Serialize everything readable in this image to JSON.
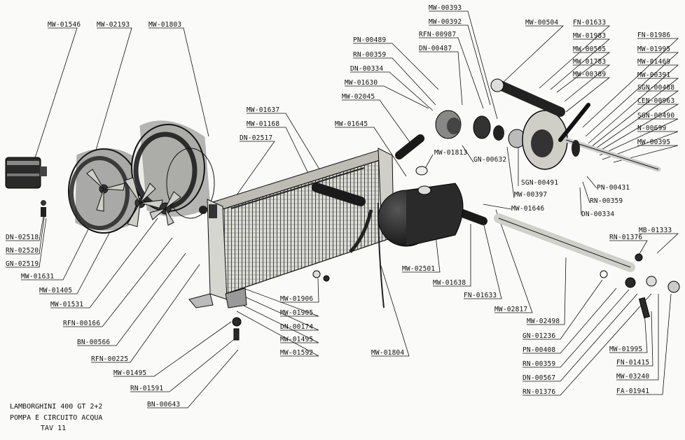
{
  "title": {
    "line1": "LAMBORGHINI 400 GT 2+2",
    "line2": "POMPA E CIRCUITO ACQUA",
    "line3": "TAV 11"
  },
  "labels": {
    "mw_01546": "MW-01546",
    "mw_02193": "MW-02193",
    "mw_01803": "MW-01803",
    "dn_02518": "DN-02518",
    "rn_02520": "RN-02520",
    "gn_02519": "GN-02519",
    "mw_01631": "MW-01631",
    "mw_01405": "MW-01405",
    "mw_01531": "MW-01531",
    "rfn_00166": "RFN-00166",
    "bn_00566": "BN-00566",
    "rfn_00225": "RFN-00225",
    "mw_01495_a": "MW-01495",
    "rn_01591": "RN-01591",
    "bn_00643": "BN-00643",
    "mw_01637": "MW-01637",
    "mw_01168": "MW-01168",
    "dn_02517": "DN-02517",
    "mw_01645": "MW-01645",
    "mw_02045": "MW-02045",
    "mw_01630": "MW-01630",
    "dn_00334_a": "DN-00334",
    "rn_00359_a": "RN-00359",
    "pn_00489": "PN-00489",
    "dn_00487": "DN-00487",
    "rfn_00987": "RFN-00987",
    "mw_00392": "MW-00392",
    "mw_00393": "MW-00393",
    "mw_01813": "MW-01813",
    "gn_00632": "GN-00632",
    "sgn_00491": "SGN-00491",
    "mw_00397": "MW-00397",
    "mw_01646": "MW-01646",
    "mw_00504": "MW-00504",
    "fn_01633_a": "FN-01633",
    "mw_01983": "MW-01983",
    "mw_00505": "MW-00505",
    "mw_01783": "MW-01783",
    "mw_00389": "MW-00389",
    "fn_01986": "FN-01986",
    "mw_01995_a": "MW-01995",
    "mw_01469": "MW-01469",
    "mw_00391": "MW-00391",
    "sgn_00488": "SGN-00488",
    "cen_00963": "CEN-00963",
    "sgn_00490": "SGN-00490",
    "n_00699": "N-00699",
    "mw_00395": "MW-00395",
    "pn_00431": "PN-00431",
    "rn_00359_b": "RN-00359",
    "dn_00334_b": "DN-00334",
    "mw_01906": "MW-01906",
    "mw_01905": "MW-01905",
    "dn_00174": "DN-00174",
    "mw_01495_b": "MW-01495",
    "mw_01592": "MW-01592",
    "mw_01804": "MW-01804",
    "mw_02501": "MW-02501",
    "mw_01638": "MW-01638",
    "fn_01633_b": "FN-01633",
    "mw_02817": "MW-02817",
    "mw_02498": "MW-02498",
    "gn_01236": "GN-01236",
    "pn_00408": "PN-00408",
    "rn_00359_c": "RN-00359",
    "dn_00567": "DN-00567",
    "rn_01376_a": "RN-01376",
    "rn_01376_b": "RN-01376",
    "mb_01333": "MB-01333",
    "mw_01995_b": "MW-01995",
    "fn_01415": "FN-01415",
    "mw_03240": "MW-03240",
    "fa_01941": "FA-01941"
  }
}
